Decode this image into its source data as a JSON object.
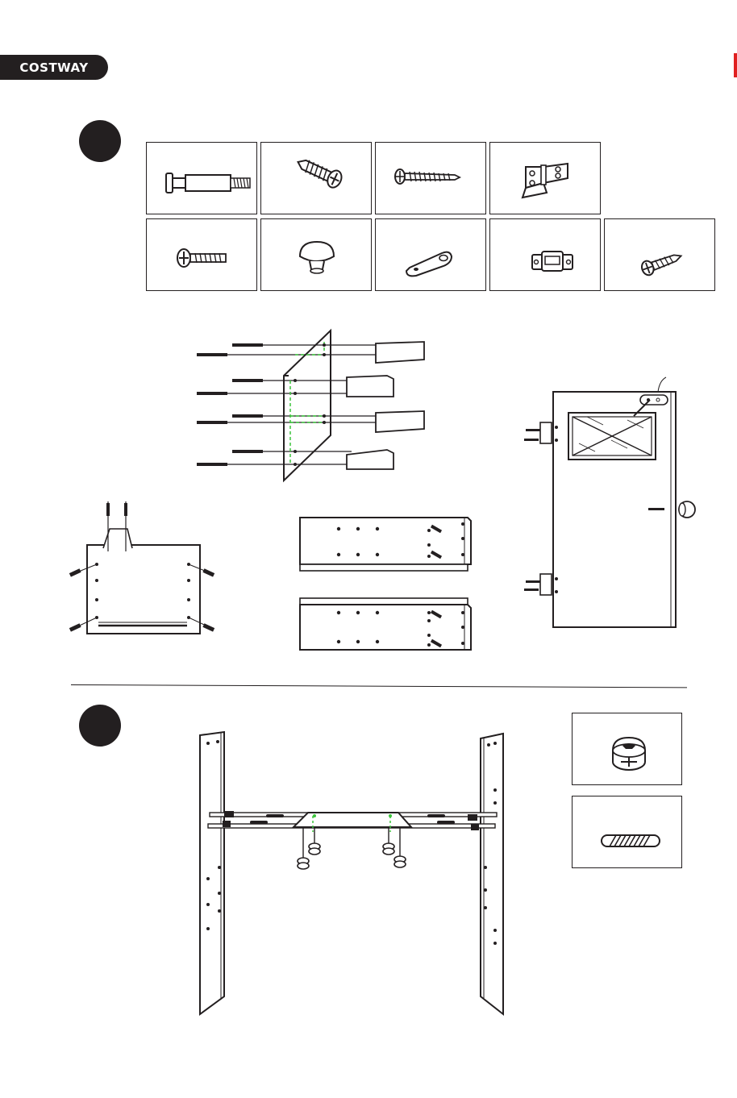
{
  "brand": {
    "name": "COSTWAY",
    "color": "#231f20",
    "accent": "#e02020"
  },
  "steps": [
    {
      "icon": "step-1-dot"
    },
    {
      "icon": "step-2-dot"
    }
  ],
  "hardware_row1": [
    "cam-bolt-icon",
    "short-screw-icon",
    "long-screw-icon",
    "hinge-icon"
  ],
  "hardware_row2": [
    "machine-screw-icon",
    "knob-icon",
    "door-plate-icon",
    "latch-icon",
    "small-screw-icon"
  ],
  "step2_parts": [
    "cam-lock-icon",
    "wooden-dowel-icon"
  ],
  "guide_color": "#3cc43c"
}
